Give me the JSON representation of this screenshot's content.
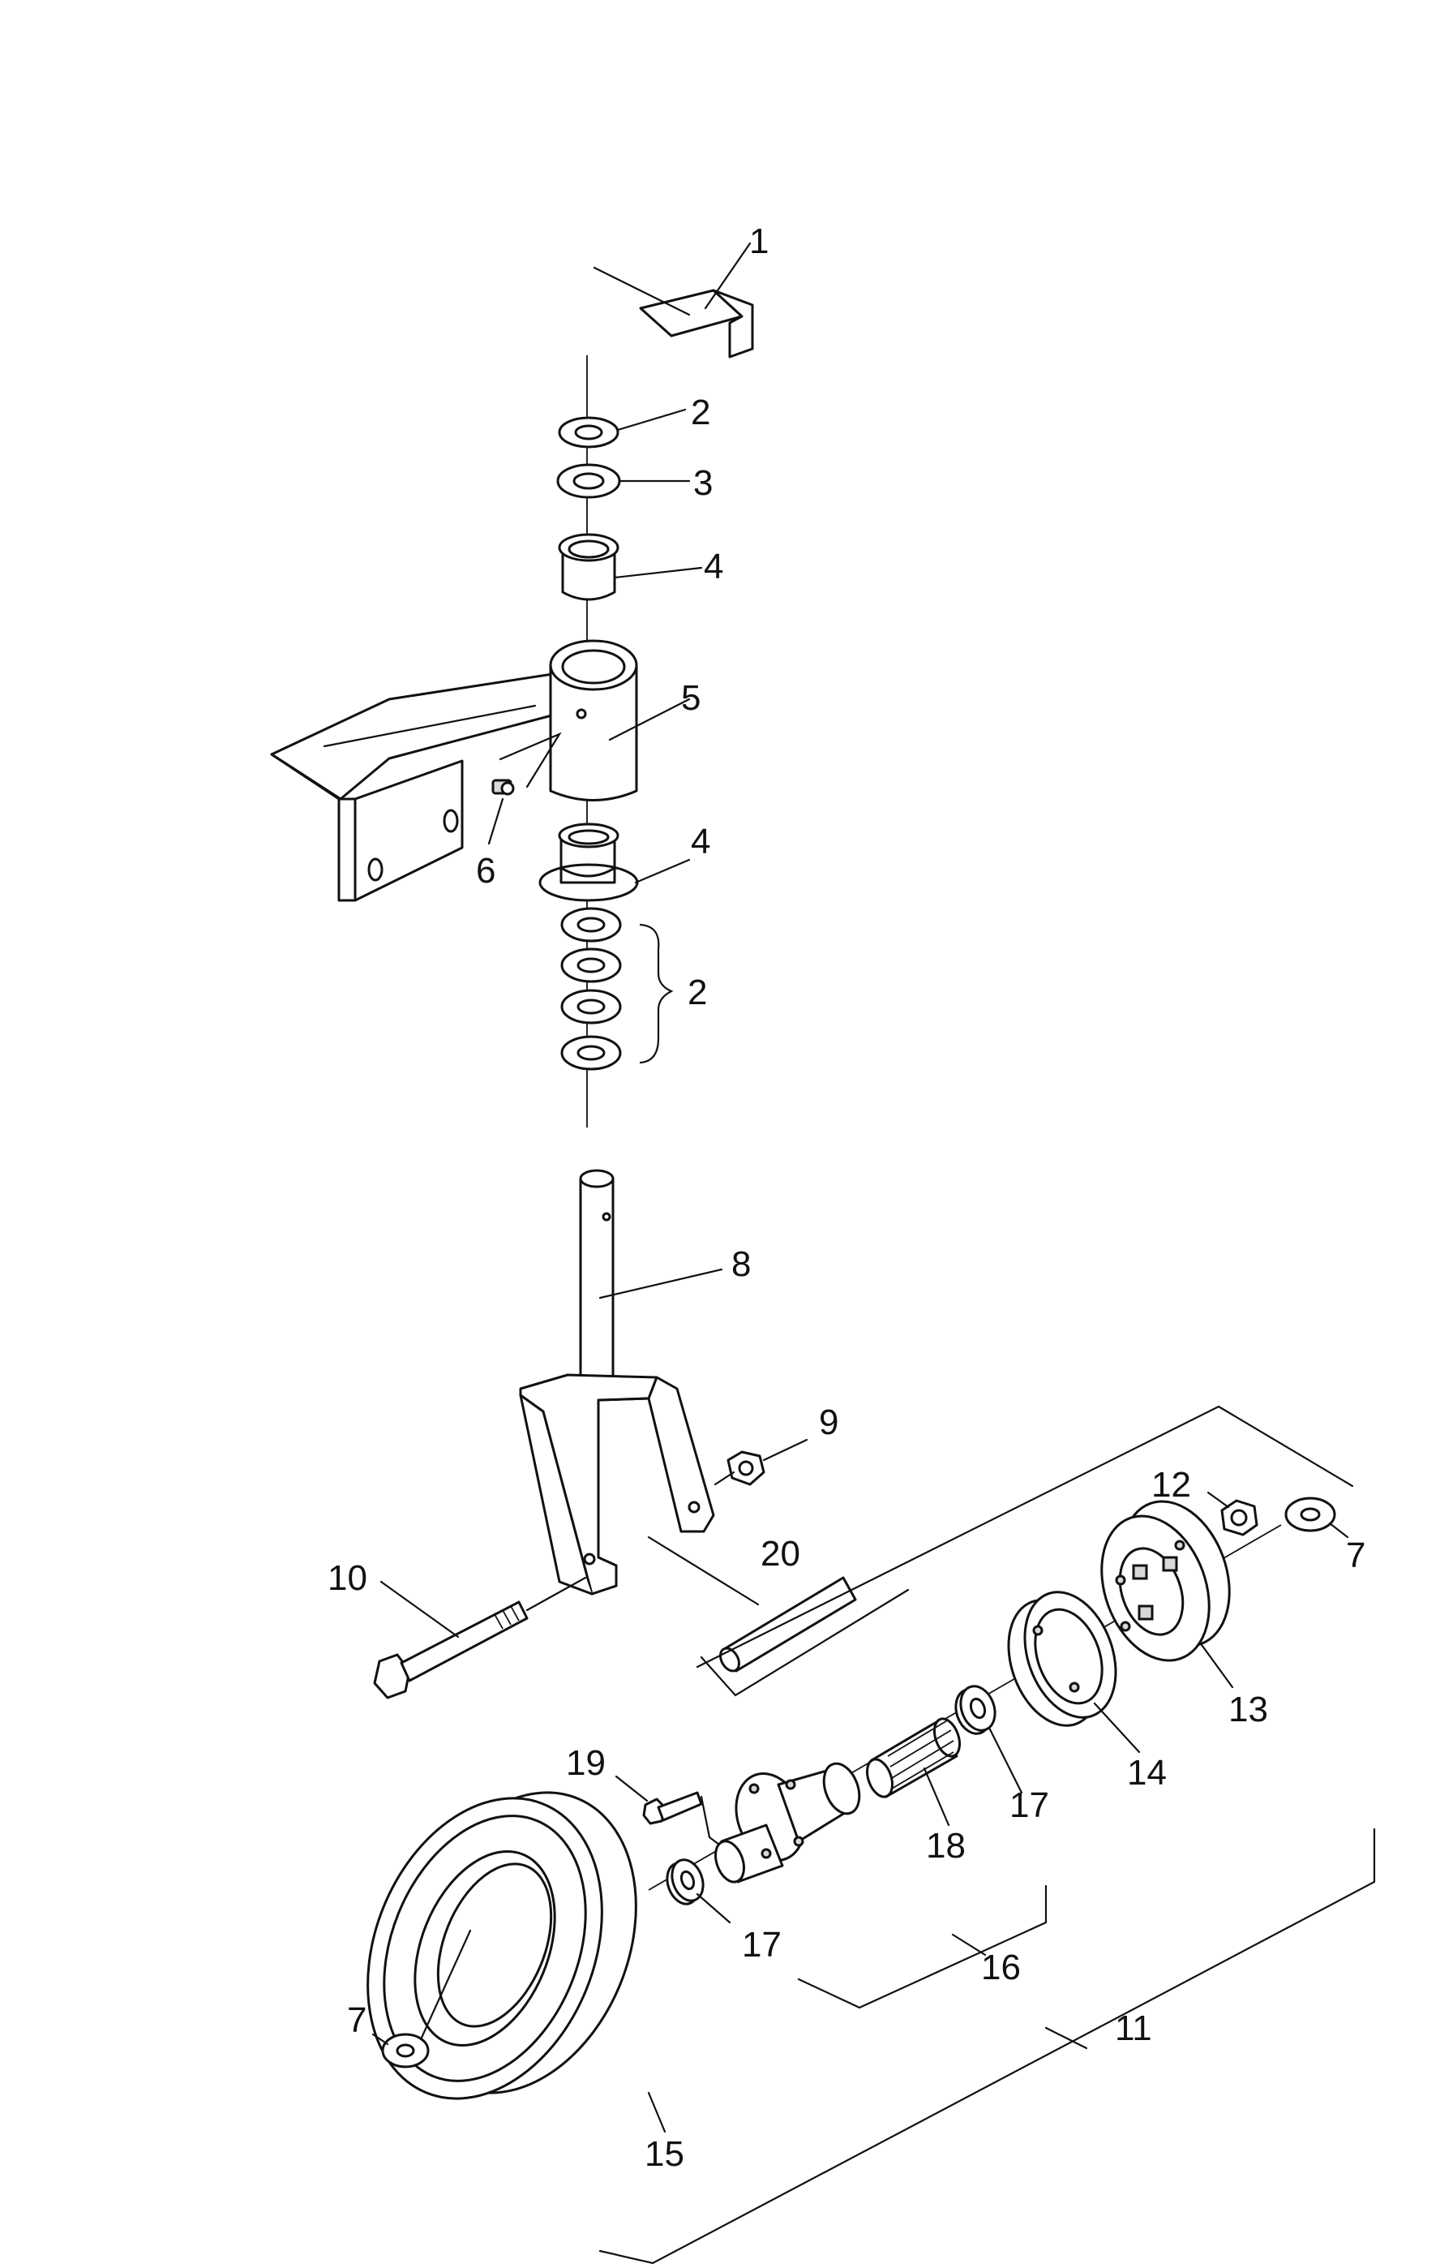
{
  "diagram": {
    "colors": {
      "ink": "#111111",
      "paper": "#ffffff"
    },
    "callouts": {
      "c1": "1",
      "c2a": "2",
      "c3": "3",
      "c4a": "4",
      "c5": "5",
      "c6": "6",
      "c4b": "4",
      "c2b": "2",
      "c8": "8",
      "c9": "9",
      "c20": "20",
      "c10": "10",
      "c12": "12",
      "c7a": "7",
      "c13": "13",
      "c14": "14",
      "c17a": "17",
      "c19": "19",
      "c18": "18",
      "c17b": "17",
      "c16": "16",
      "c7b": "7",
      "c11": "11",
      "c15": "15"
    }
  }
}
